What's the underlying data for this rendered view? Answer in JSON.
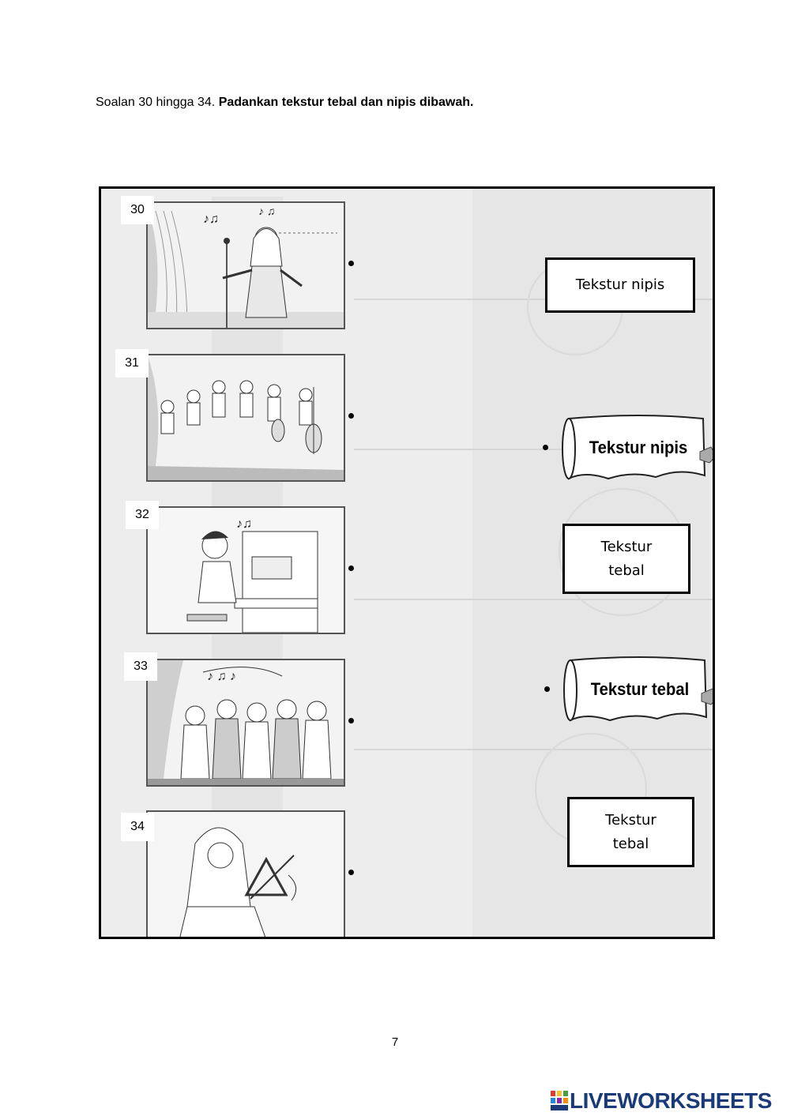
{
  "instruction": {
    "prefix": "Soalan 30 hingga 34.",
    "bold": "Padankan tekstur tebal dan nipis dibawah."
  },
  "questions": [
    {
      "number": "30",
      "scene": "girl-singing-on-stage"
    },
    {
      "number": "31",
      "scene": "orchestra-string-players"
    },
    {
      "number": "32",
      "scene": "boy-playing-piano"
    },
    {
      "number": "33",
      "scene": "choir-girls-singing"
    },
    {
      "number": "34",
      "scene": "girl-playing-triangle"
    }
  ],
  "answers": [
    {
      "line1": "Tekstur nipis",
      "line2": "",
      "style": "box"
    },
    {
      "line1": "Tekstur nipis",
      "line2": "",
      "style": "scroll"
    },
    {
      "line1": "Tekstur",
      "line2": "tebal",
      "style": "box"
    },
    {
      "line1": "Tekstur tebal",
      "line2": "",
      "style": "scroll"
    },
    {
      "line1": "Tekstur",
      "line2": "tebal",
      "style": "box"
    }
  ],
  "page_number": "7",
  "brand": {
    "name": "LIVEWORKSHEETS",
    "color": "#1a3a7a"
  }
}
